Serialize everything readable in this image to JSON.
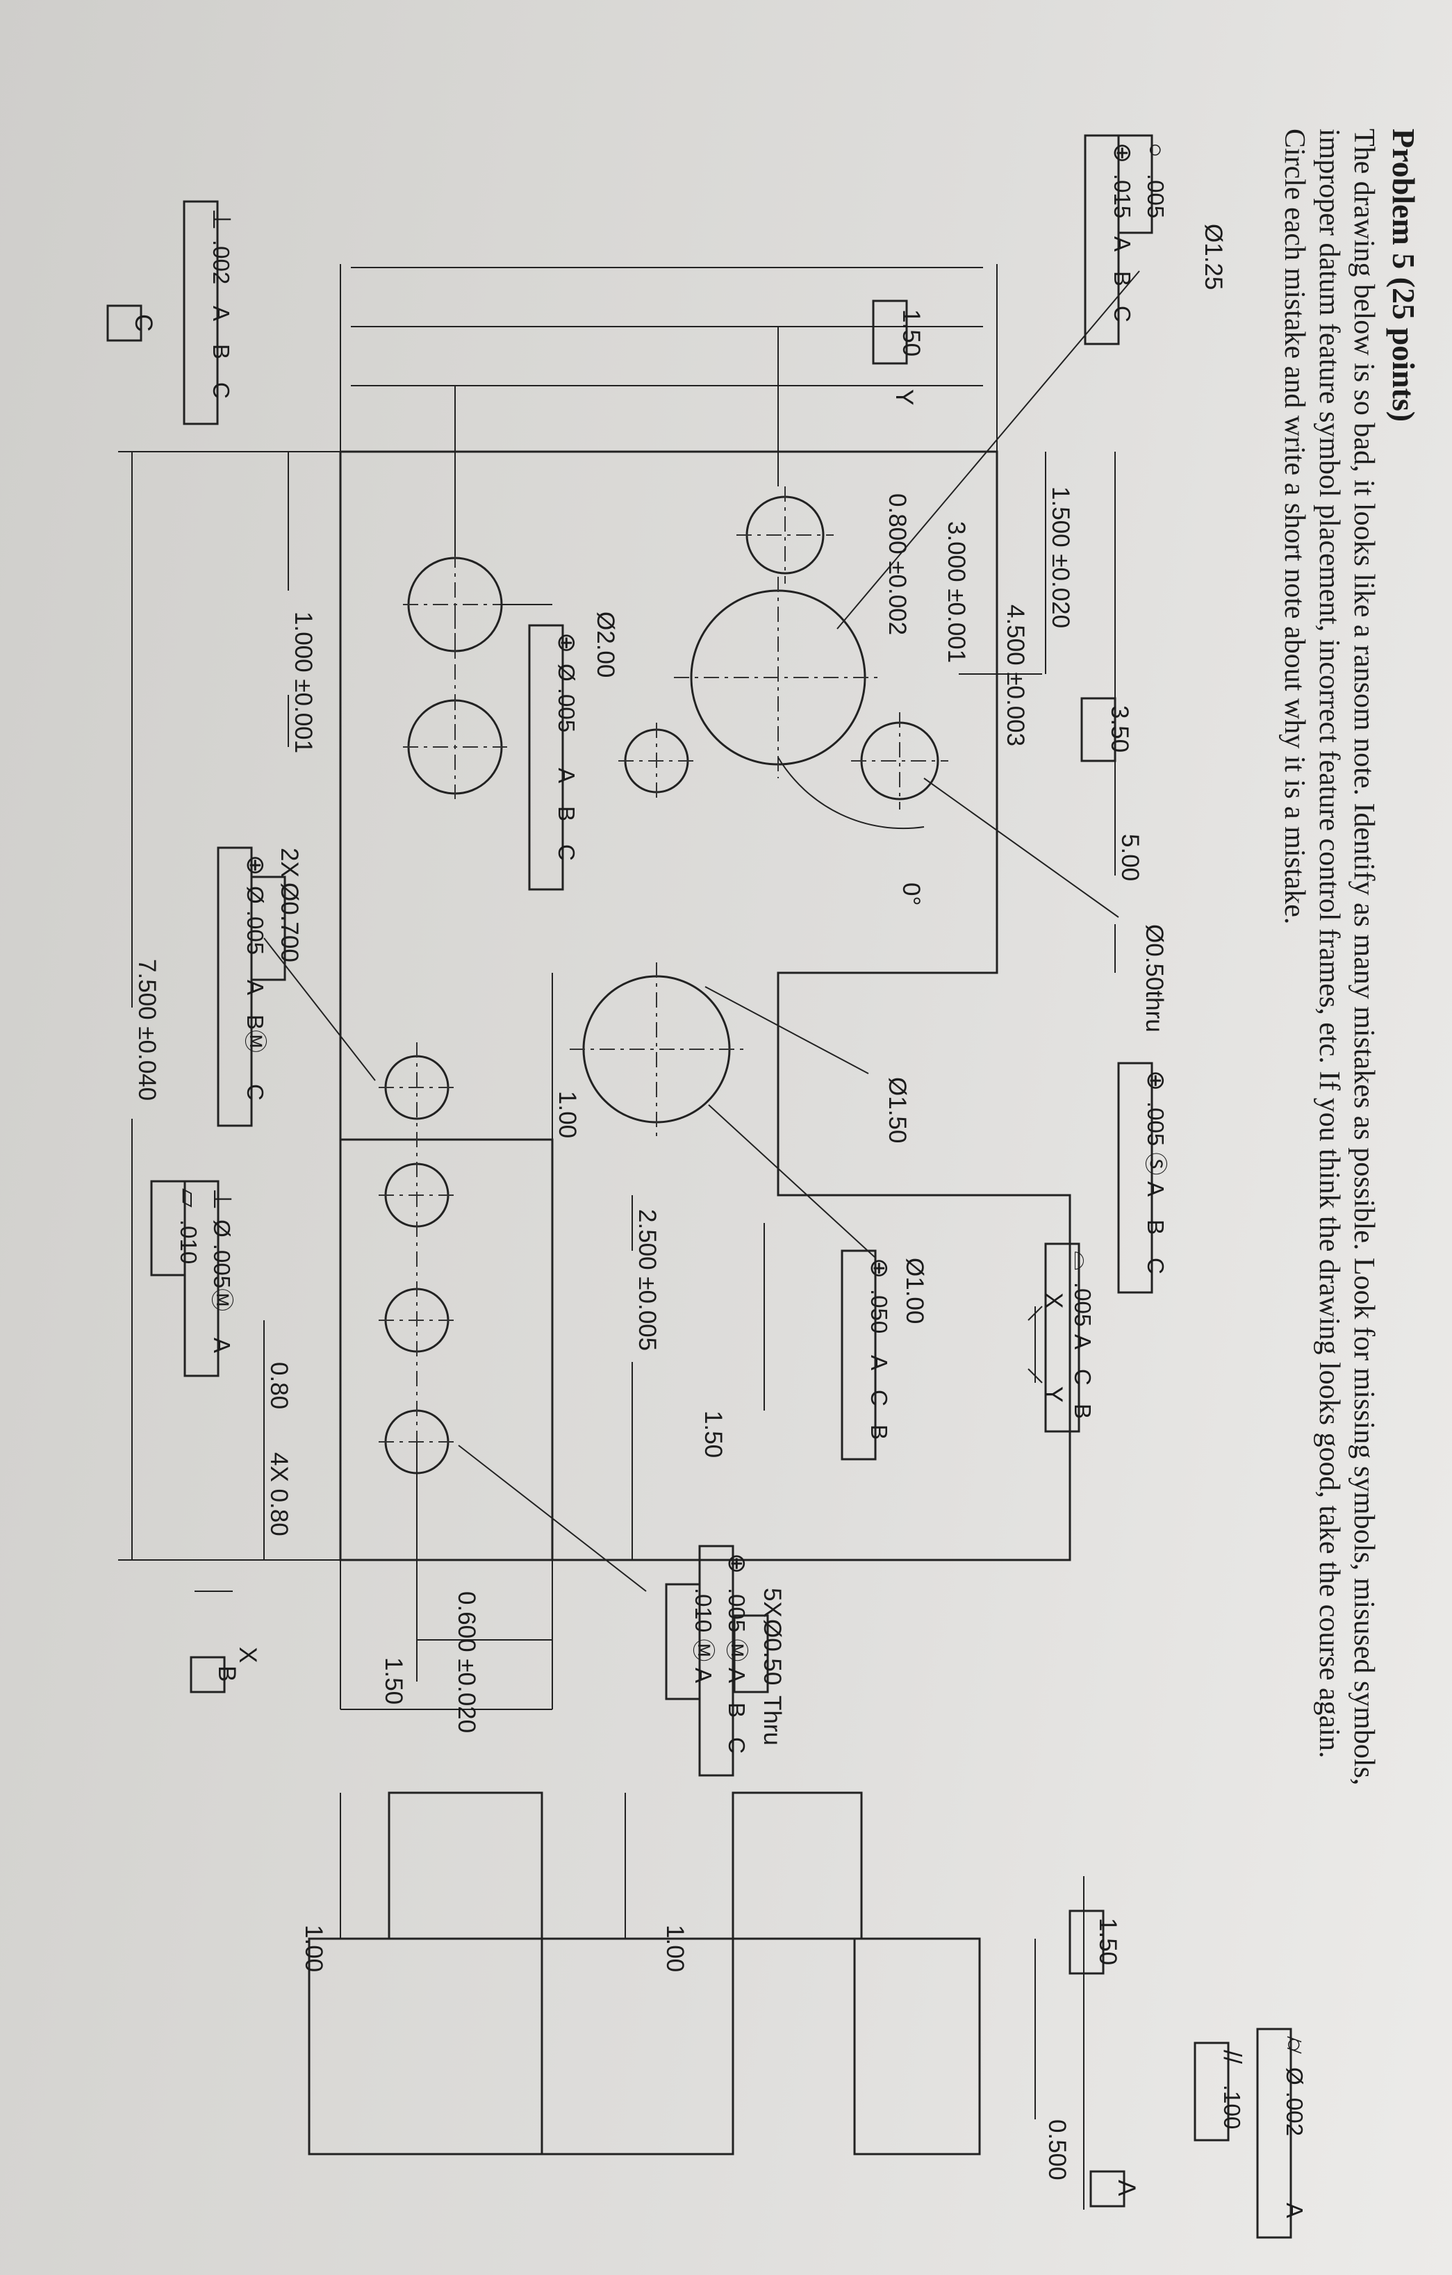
{
  "problem": {
    "title": "Problem 5 (25 points)",
    "lines": [
      "The drawing below is so bad, it looks like a ransom note. Identify as many mistakes as possible. Look for missing symbols, misused symbols,",
      "improper datum feature symbol placement, incorrect feature control frames, etc. If you think the drawing looks good, take the course again.",
      "Circle each mistake and write a short note about why it is a mistake."
    ]
  },
  "dimensions": {
    "d4500": "4.500 ±0.003",
    "d3000": "3.000 ±0.001",
    "d0800": "0.800 ±0.002",
    "d1500": "1.500 ±0.020",
    "d1000": "1.000 ±0.001",
    "d7500": "7.500 ±0.040",
    "d500": "5.00",
    "d2500": "2.500 ±0.005",
    "d0600": "0.600 ±0.020",
    "d150_bottom": "1.50",
    "d150_mid": "1.50",
    "d100_slot": "1.00",
    "d080": "0.80",
    "d4x080": "4X 0.80",
    "d100_side_a": "1.00",
    "d100_side_b": "1.00",
    "d0500": "0.500",
    "basic_150_top": "1.50",
    "basic_350": "3.50",
    "basic_150_side": "1.50",
    "dia125": "Ø1.25",
    "dia200": "Ø2.00",
    "dia150": "Ø1.50",
    "dia100": "Ø1.00",
    "dia050thru": "Ø0.50thru",
    "angle": "0°",
    "twox": "2X",
    "twox_dia": "Ø0.700",
    "fivex": "5X",
    "fivex_dia": "Ø0.50",
    "fivex_thru": "Thru"
  },
  "fcf": {
    "circ_tol": ".005",
    "pos125": [
      ".015",
      "A",
      "B",
      "C"
    ],
    "pos200": [
      "Ø .005",
      "A",
      "B",
      "C"
    ],
    "pos_slot": [
      ".005 Ⓢ",
      "A",
      "B",
      "C"
    ],
    "profile_xy": [
      ".005",
      "A",
      "C",
      "B"
    ],
    "pos100": [
      ".050",
      "A",
      "C",
      "B"
    ],
    "pos700": [
      "Ø .005",
      "A",
      "BⓂ",
      "C"
    ],
    "perp700": [
      "Ø .005Ⓜ",
      "A"
    ],
    "flat700": ".010",
    "pos5x_a": [
      ".005 Ⓜ",
      "A",
      "B",
      "C"
    ],
    "pos5x_b": [
      ".010 Ⓜ",
      "A"
    ],
    "perp_left": [
      ".002",
      "A",
      "B",
      "C"
    ],
    "cyl_side": [
      "Ø .002",
      "A"
    ],
    "par_side": ".100"
  },
  "datums": {
    "A": "A",
    "B": "B",
    "C": "C"
  },
  "labels": {
    "x": "X",
    "y": "Y",
    "y2": "Y",
    "x2": "X",
    "xy_x": "X",
    "xy_y": "Y"
  },
  "symbols": {
    "position": "⊕",
    "circularity": "○",
    "perpendicularity": "⊥",
    "flatness": "▱",
    "profile_surface": "⌓",
    "parallelism": "//",
    "cylindricity": "⌭"
  },
  "colors": {
    "paper": "#dcdbd8",
    "ink": "#1c1c1c"
  }
}
